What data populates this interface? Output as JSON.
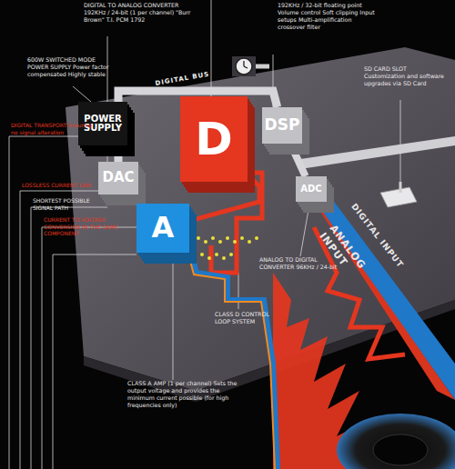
{
  "diagram": {
    "nodes": [
      {
        "text": [
          "POWER SUPPLY"
        ]
      },
      {
        "text": [
          "DAC"
        ]
      },
      {
        "text": [
          "D"
        ]
      },
      {
        "text": [
          "DSP"
        ]
      },
      {
        "text": [
          "ADC"
        ]
      },
      {
        "text": [
          "A"
        ]
      }
    ],
    "edges": [
      {
        "from": 3,
        "to": 1,
        "label": "DIGITAL BUS",
        "arrow": "none"
      },
      {
        "from": 4,
        "to": 3,
        "arrow": "none"
      },
      {
        "from": 1,
        "to": 5,
        "arrow": "none"
      },
      {
        "from": 2,
        "to": 5,
        "arrow": "none"
      }
    ],
    "labels": [
      "DIGITAL TO ANALOG CONVERTER 192KHz / 24-bit (1 per channel) \"Burr Brown\" T.I. PCM 1792",
      "192KHz / 32-bit floating point Volume control Soft clipping Input setups Multi-amplification crossover filter",
      "600W SWITCHED MODE POWER SUPPLY Power factor compensated Highly stable",
      "SD CARD SLOT Customization and software upgrades via SD Card",
      "DIGITAL TRANSPORT ensuring no signal alteration",
      "LOSSLESS CURRENT LINK",
      "SHORTEST POSSIBLE SIGNAL PATH",
      "CURRENT TO VOLTAGE CONVERSION IN THE SAME COMPONENT",
      "DIGITAL INPUT",
      "ANALOG TO DIGITAL CONVERTER 96KHz / 24-bit",
      "ANALOG INPUT",
      "CLASS D CONTROL LOOP SYSTEM",
      "CLASS A AMP (1 per channel) Sets the output voltage and provides the minimum current possible (for high frequencies only)"
    ]
  }
}
